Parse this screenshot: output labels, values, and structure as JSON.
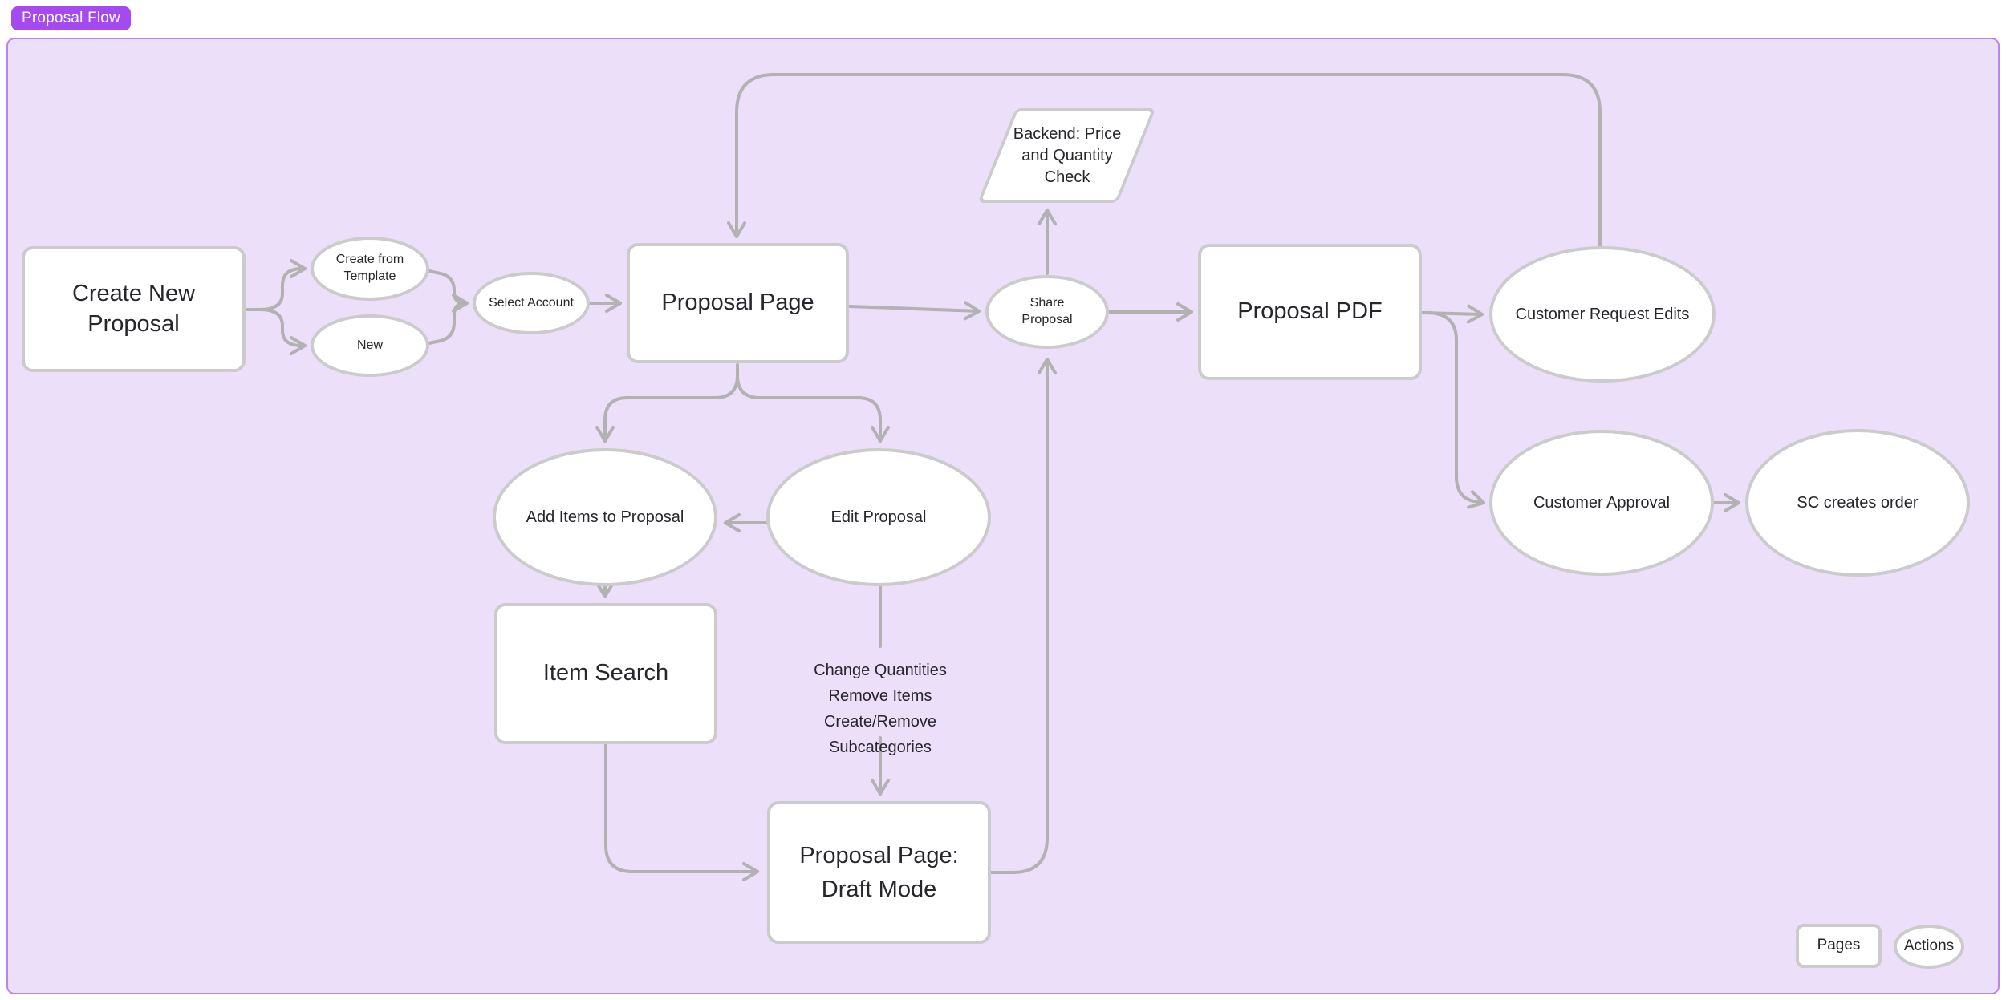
{
  "badge": {
    "label": "Proposal Flow"
  },
  "nodes": {
    "create_new_proposal": {
      "label": "Create New Proposal",
      "shape": "rectangle"
    },
    "create_from_template": {
      "label": "Create from Template",
      "shape": "ellipse"
    },
    "new": {
      "label": "New",
      "shape": "ellipse"
    },
    "select_account": {
      "label": "Select Account",
      "shape": "ellipse"
    },
    "proposal_page": {
      "label": "Proposal Page",
      "shape": "rectangle"
    },
    "backend_check": {
      "label": "Backend: Price and Quantity Check",
      "shape": "parallelogram"
    },
    "share_proposal": {
      "label": "Share Proposal",
      "shape": "ellipse"
    },
    "proposal_pdf": {
      "label": "Proposal PDF",
      "shape": "rectangle"
    },
    "customer_request_edits": {
      "label": "Customer Request Edits",
      "shape": "ellipse"
    },
    "customer_approval": {
      "label": "Customer Approval",
      "shape": "ellipse"
    },
    "sc_creates_order": {
      "label": "SC creates order",
      "shape": "ellipse"
    },
    "add_items": {
      "label": "Add Items to Proposal",
      "shape": "ellipse"
    },
    "edit_proposal": {
      "label": "Edit Proposal",
      "shape": "ellipse"
    },
    "item_search": {
      "label": "Item Search",
      "shape": "rectangle"
    },
    "draft_mode": {
      "label": "Proposal Page: Draft Mode",
      "shape": "rectangle"
    }
  },
  "edge_label": {
    "line1": "Change Quantities",
    "line2": "Remove Items",
    "line3": "Create/Remove Subcategories"
  },
  "toolbar": {
    "pages_label": "Pages",
    "actions_label": "Actions"
  },
  "colors": {
    "frame_fill": "#ecdff9",
    "frame_border": "#b685ef",
    "badge_fill": "#a44af0",
    "shape_fill": "#ffffff",
    "shape_border": "#cbcbcb",
    "connector": "#b2b2b2",
    "text": "#26262c"
  }
}
